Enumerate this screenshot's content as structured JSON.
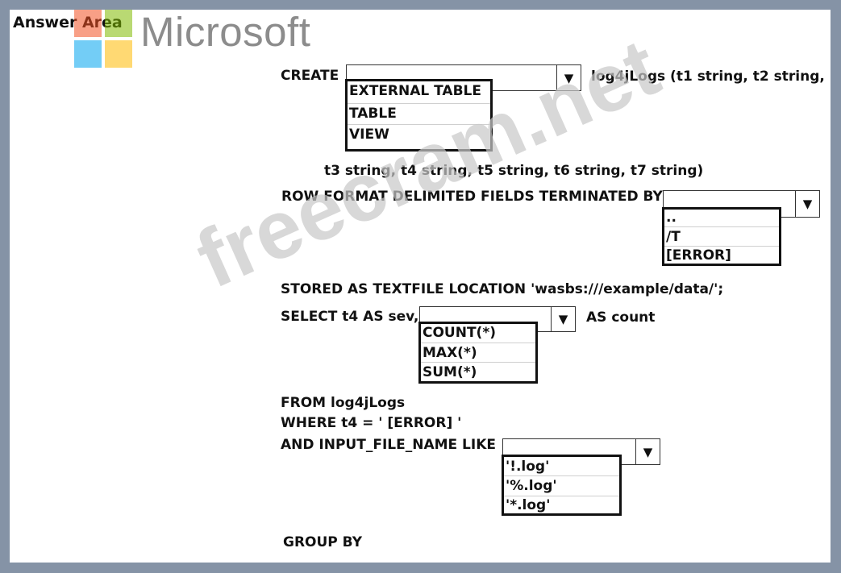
{
  "header": {
    "answer_area": "Answer Area",
    "logo_text": "Microsoft",
    "logo_colors": [
      "#f25022",
      "#7fba00",
      "#00a4ef",
      "#ffb900"
    ]
  },
  "watermark": "freecram.net",
  "lines": {
    "create": "CREATE",
    "create_tail": "log4jLogs (t1 string, t2 string,",
    "columns": "t3 string, t4 string, t5 string, t6 string, t7 string)",
    "row_format": "ROW FORMAT DELIMITED FIELDS TERMINATED BY",
    "stored_as": "STORED AS TEXTFILE LOCATION 'wasbs:///example/data/';",
    "select": "SELECT t4 AS sev,",
    "as_count": "AS count",
    "from": "FROM log4jLogs",
    "where": "WHERE t4 = ' [ERROR] '",
    "and_like": "AND INPUT_FILE_NAME LIKE",
    "group_by": "GROUP BY"
  },
  "dropdowns": {
    "create_type": {
      "arrow": "▼",
      "options": [
        "EXTERNAL TABLE",
        "TABLE",
        "VIEW"
      ]
    },
    "delimiter": {
      "arrow": "▼",
      "options": [
        "..",
        "/T",
        "[ERROR]"
      ]
    },
    "aggregate": {
      "arrow": "▼",
      "options": [
        "COUNT(*)",
        "MAX(*)",
        "SUM(*)"
      ]
    },
    "file_pattern": {
      "arrow": "▼",
      "options": [
        "'!.log'",
        "'%.log'",
        "'*.log'"
      ]
    }
  }
}
